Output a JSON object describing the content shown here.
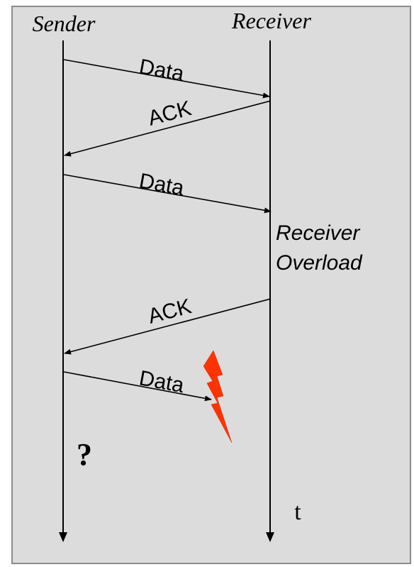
{
  "labels": {
    "sender": "Sender",
    "receiver": "Receiver",
    "msg1": "Data",
    "msg2": "ACK",
    "msg3": "Data",
    "overload_line1": "Receiver",
    "overload_line2": "Overload",
    "msg4": "ACK",
    "msg5": "Data",
    "unknown": "?",
    "time_axis": "t"
  },
  "colors": {
    "panel_bg": "#dcdcdc",
    "panel_border": "#8c8c8c",
    "line": "#000000",
    "lightning": "#ff3300"
  },
  "icons": {
    "loss": "lightning-bolt-icon"
  }
}
